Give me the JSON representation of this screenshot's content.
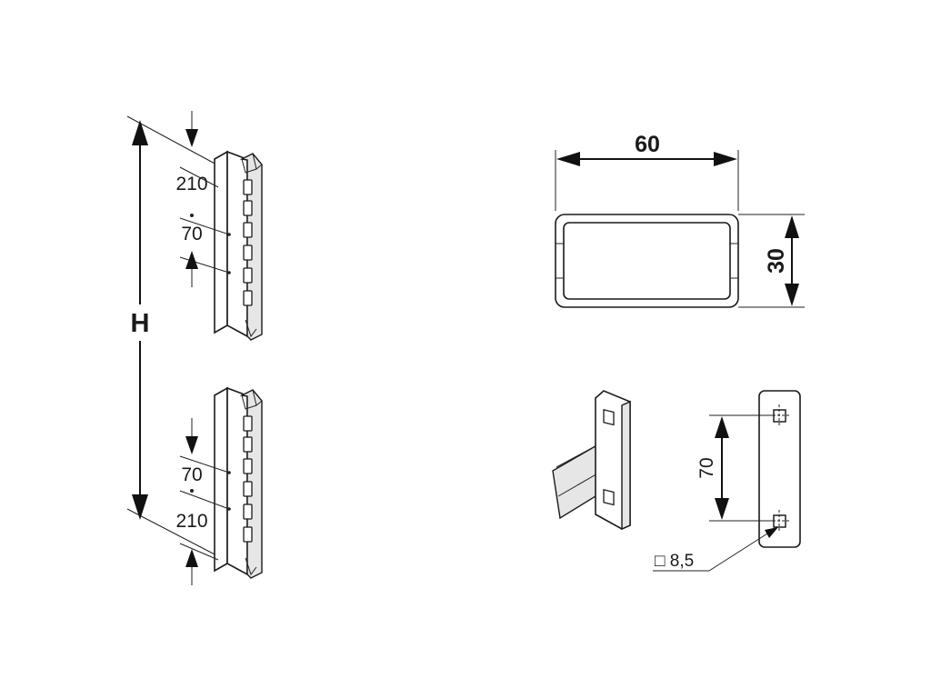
{
  "upright_dimensions": {
    "height_label": "H",
    "top_offset": "210",
    "top_pitch": "70",
    "bottom_pitch": "70",
    "bottom_offset": "210"
  },
  "connector_dimensions": {
    "width": "60",
    "height": "30"
  },
  "bracket_dimensions": {
    "hole_pitch": "70",
    "hole_size": "□ 8,5"
  }
}
